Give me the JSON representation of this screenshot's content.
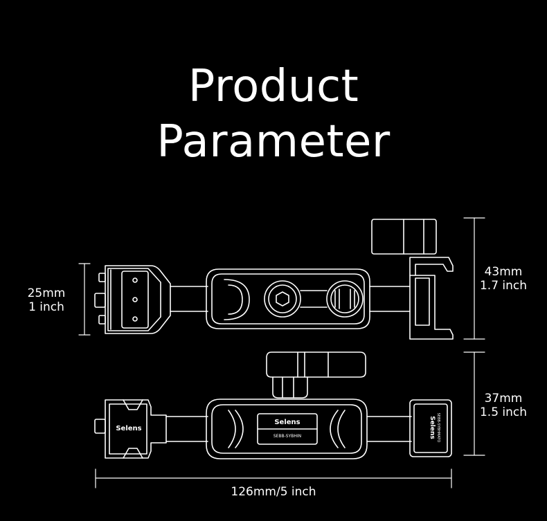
{
  "title": {
    "line1": "Product",
    "line2": "Parameter"
  },
  "dimensions": {
    "left": {
      "mm": "25mm",
      "inch": "1 inch"
    },
    "right_top": {
      "mm": "43mm",
      "inch": "1.7 inch"
    },
    "right_bottom": {
      "mm": "37mm",
      "inch": "1.5 inch"
    },
    "length": "126mm/5 inch"
  },
  "product_marks": {
    "brand": "Selens",
    "model_center": "SEBB-SYBHIN",
    "model_end": "SEBB-SYBHMATO"
  },
  "colors": {
    "background": "#000000",
    "line": "#ffffff"
  }
}
